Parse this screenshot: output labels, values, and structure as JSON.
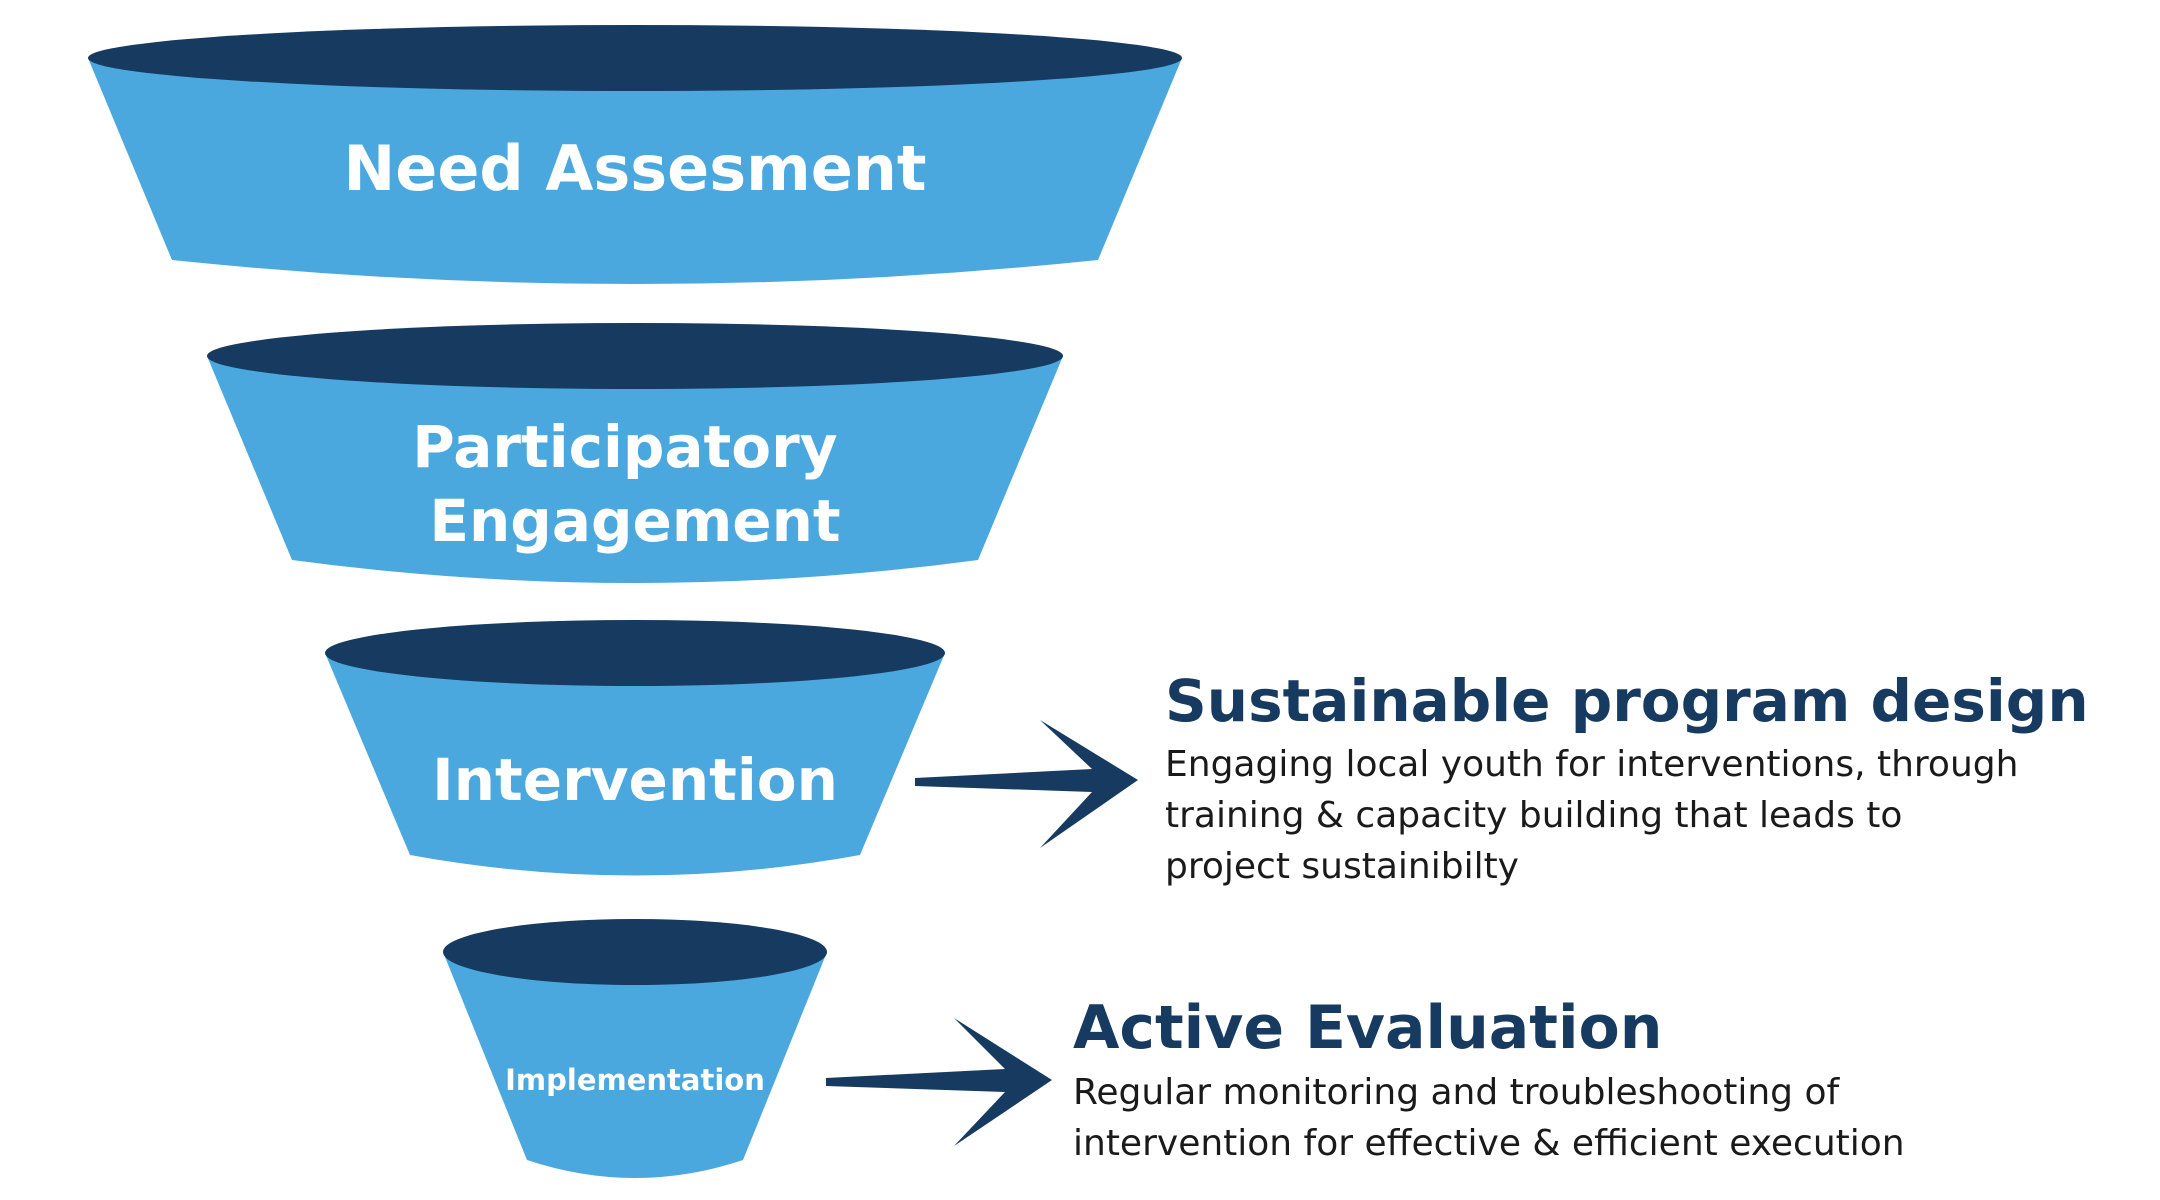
{
  "colors": {
    "segment_body": "#4aa8df",
    "segment_top": "#163a60",
    "arrow": "#163a60",
    "heading": "#163a60",
    "body_text": "#1a1a1a"
  },
  "funnel": {
    "segments": [
      {
        "lines": [
          "Need Assesment"
        ]
      },
      {
        "lines": [
          "Participatory",
          "Engagement"
        ]
      },
      {
        "lines": [
          "Intervention"
        ]
      },
      {
        "lines": [
          "Implementation"
        ]
      }
    ]
  },
  "callouts": {
    "design": {
      "title": "Sustainable program design",
      "lines": [
        "Engaging local youth for interventions, through",
        "training & capacity building that leads to",
        "project sustainibilty"
      ]
    },
    "evaluation": {
      "title": "Active Evaluation",
      "lines": [
        "Regular monitoring and troubleshooting of",
        "intervention for effective & efficient execution"
      ]
    }
  },
  "icons": [
    "right-arrow-icon",
    "right-arrow-icon"
  ]
}
